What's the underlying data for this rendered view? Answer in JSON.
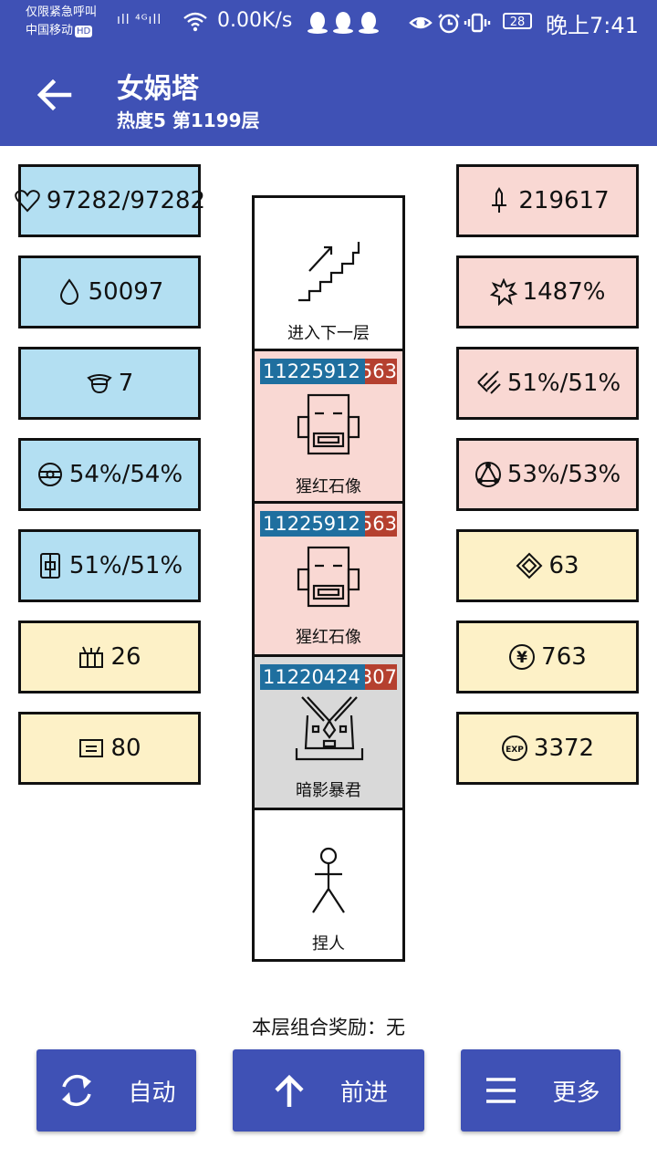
{
  "status_bar": {
    "carrier_line1": "仅限紧急呼叫",
    "carrier_line2": "中国移动",
    "hd_badge": "HD",
    "signals": "ıll ⁴ᴳıll",
    "net_speed": "0.00K/s",
    "battery": "28",
    "time": "晚上7:41"
  },
  "app_bar": {
    "title": "女娲塔",
    "subtitle": "热度5 第1199层"
  },
  "left_stats": [
    {
      "icon": "heart-icon",
      "value": "97282/97282"
    },
    {
      "icon": "drop-icon",
      "value": "50097"
    },
    {
      "icon": "helmet-icon",
      "value": "7"
    },
    {
      "icon": "ball-icon",
      "value": "54%/54%"
    },
    {
      "icon": "armor-icon",
      "value": "51%/51%"
    },
    {
      "icon": "tv-icon",
      "value": "26"
    },
    {
      "icon": "card-icon",
      "value": "80"
    }
  ],
  "right_stats": [
    {
      "icon": "sword-icon",
      "value": "219617"
    },
    {
      "icon": "burst-icon",
      "value": "1487%"
    },
    {
      "icon": "slash-icon",
      "value": "51%/51%"
    },
    {
      "icon": "triangle-circle-icon",
      "value": "53%/53%"
    },
    {
      "icon": "diamond-icon",
      "value": "63"
    },
    {
      "icon": "yen-icon",
      "value": "763"
    },
    {
      "icon": "exp-icon",
      "value": "3372"
    }
  ],
  "tower": {
    "next_floor": "进入下一层",
    "monsters": [
      {
        "hp": "11225912",
        "atk": "563",
        "name": "猩红石像"
      },
      {
        "hp": "11225912",
        "atk": "563",
        "name": "猩红石像"
      },
      {
        "hp": "11220424",
        "atk": "307",
        "name": "暗影暴君"
      }
    ],
    "player": "捏人"
  },
  "bonus_text": "本层组合奖励：无",
  "buttons": {
    "auto": "自动",
    "forward": "前进",
    "more": "更多"
  },
  "colors": {
    "primary": "#3f51b5",
    "player_stat": "#b3dff2",
    "attack_stat": "#f9d8d3",
    "resource_stat": "#fdf1c7",
    "hp_bar": "#1f6f9f",
    "atk_bar": "#b5402f",
    "golem_bg": "#f9d8d3",
    "tyrant_bg": "#d9d9d9"
  },
  "icon_exp_label": "EXP",
  "icon_yen_label": "¥"
}
